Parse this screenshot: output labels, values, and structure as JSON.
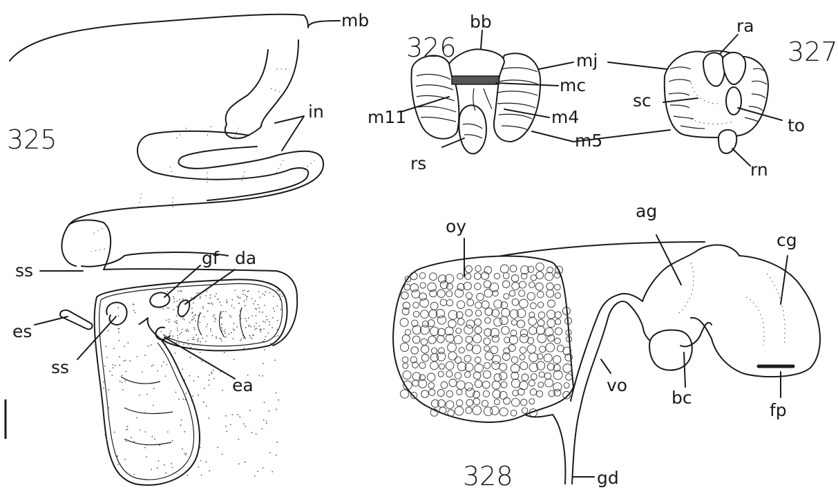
{
  "figures": {
    "f325": {
      "number": "325",
      "labels": {
        "mb": "mb",
        "in": "in",
        "ss_upper": "ss",
        "gf": "gf",
        "da": "da",
        "es": "es",
        "ss_lower": "ss",
        "ea": "ea"
      }
    },
    "f326": {
      "number": "326",
      "labels": {
        "bb": "bb",
        "mj": "mj",
        "mc": "mc",
        "m11": "m11",
        "m4": "m4",
        "rs": "rs"
      }
    },
    "f327": {
      "number": "327",
      "labels": {
        "ra": "ra",
        "sc": "sc",
        "to": "to",
        "m5": "m5",
        "rn": "rn"
      }
    },
    "f328": {
      "number": "328",
      "labels": {
        "oy": "oy",
        "ag": "ag",
        "cg": "cg",
        "vo": "vo",
        "bc": "bc",
        "fp": "fp",
        "gd": "gd"
      }
    }
  }
}
